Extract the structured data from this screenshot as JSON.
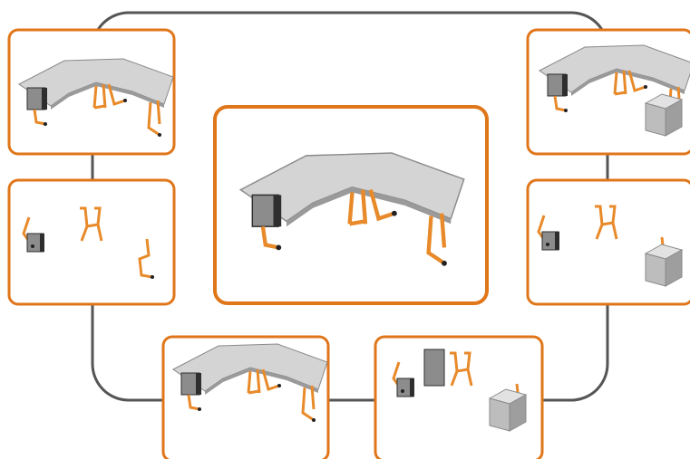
{
  "colors": {
    "frame_orange": "#e0761a",
    "leg_orange": "#e88a2a",
    "connector_gray": "#555555",
    "desktop_gray": "#cfcfcf",
    "desktop_edge": "#8a8a8a",
    "cabinet_gray": "#8c8c8c",
    "cabinet_dark": "#2e2e2e"
  },
  "panels": [
    {
      "id": "top-left",
      "content": "desk-assembled"
    },
    {
      "id": "mid-left",
      "content": "desk-parts"
    },
    {
      "id": "center",
      "content": "desk-assembled-large"
    },
    {
      "id": "top-right",
      "content": "desk-with-cube"
    },
    {
      "id": "mid-right",
      "content": "parts-with-cube"
    },
    {
      "id": "bottom-left",
      "content": "desk-alt-view"
    },
    {
      "id": "bottom-right",
      "content": "parts-alt-view"
    }
  ]
}
